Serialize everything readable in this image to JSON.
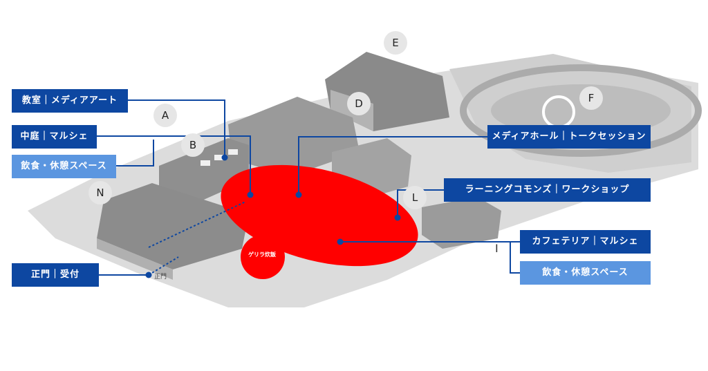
{
  "labels": {
    "classroom": "教室｜メディアアート",
    "courtyard": "中庭｜マルシェ",
    "food_left": "飲食・休憩スペース",
    "gate": "正門｜受付",
    "media_hall": "メディアホール｜トークセッション",
    "learning": "ラーニングコモンズ｜ワークショップ",
    "cafeteria": "カフェテリア｜マルシェ",
    "food_right": "飲食・休憩スペース"
  },
  "buildings": {
    "A": "A",
    "B": "B",
    "D": "D",
    "E": "E",
    "F": "F",
    "L": "L",
    "N": "N",
    "I": "I"
  },
  "map_text": {
    "gate_small": "正門",
    "guerrilla": "ゲリラ炊飯"
  },
  "colors": {
    "label_dark": "#0d47a1",
    "label_light": "#5b96e0",
    "event_area": "#ff0000",
    "campus_gray": "#bdbdbd"
  }
}
